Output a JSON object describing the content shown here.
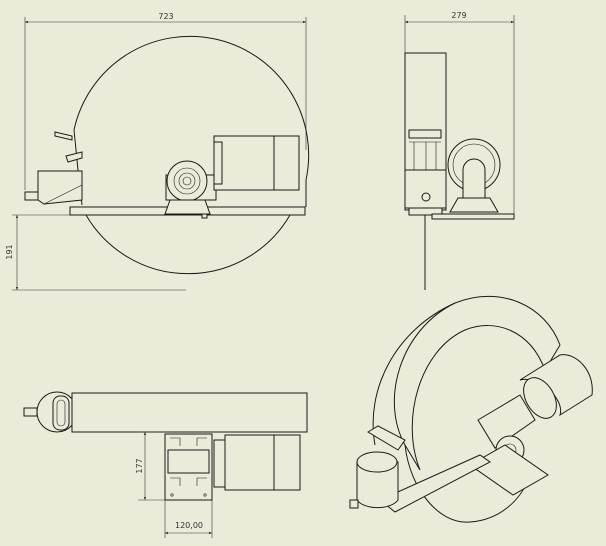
{
  "drawing": {
    "views": [
      "front-view",
      "side-view",
      "top-view",
      "isometric-view"
    ],
    "dimensions": {
      "overall_width": "723",
      "side_width": "279",
      "below_base_height": "191",
      "motor_depth": "177",
      "base_width": "120,00"
    },
    "colors": {
      "background": "#ecebd9",
      "line": "#1a1a1a"
    }
  }
}
